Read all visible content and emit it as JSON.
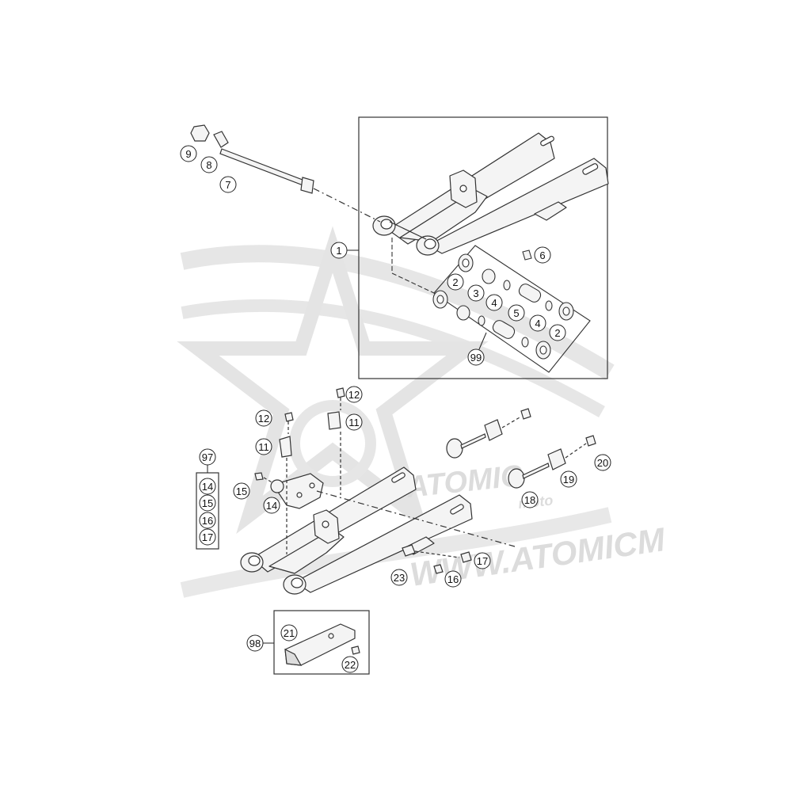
{
  "diagram": {
    "watermark": {
      "brand": "ATOMIC",
      "sub": "moto",
      "url": "WWW.ATOMICM"
    },
    "callouts": [
      "1",
      "2",
      "3",
      "4",
      "5",
      "6",
      "7",
      "8",
      "9",
      "11",
      "12",
      "14",
      "15",
      "16",
      "17",
      "18",
      "19",
      "20",
      "21",
      "22",
      "23",
      "97",
      "98",
      "99"
    ],
    "colors": {
      "line": "#333333",
      "part_fill": "#f3f3f3",
      "callout_ring": "#222222",
      "watermark": "#dcdcdc"
    }
  }
}
